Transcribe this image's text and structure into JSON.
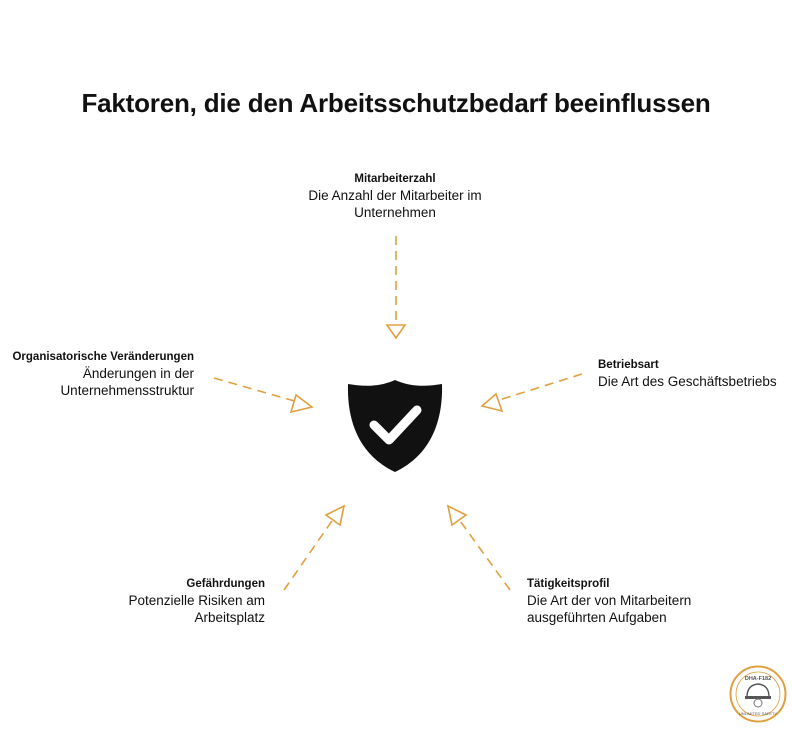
{
  "title": "Faktoren, die den Arbeitsschutzbedarf beeinflussen",
  "accent_color": "#e0a040",
  "center_icon": "shield-check-icon",
  "factors": [
    {
      "name": "Mitarbeiterzahl",
      "description": "Die Anzahl der Mitarbeiter im\nUnternehmen"
    },
    {
      "name": "Organisatorische Veränderungen",
      "description": "Änderungen in der\nUnternehmensstruktur"
    },
    {
      "name": "Betriebsart",
      "description": "Die Art des Geschäftsbetriebs"
    },
    {
      "name": "Gefährdungen",
      "description": "Potenzielle Risiken am\nArbeitsplatz"
    },
    {
      "name": "Tätigkeitsprofil",
      "description": "Die Art der von Mitarbeitern\nausgeführten Aufgaben"
    }
  ],
  "logo": {
    "top_text": "DHA-F182",
    "bottom_text": "UNLIMITED SAFETY"
  }
}
